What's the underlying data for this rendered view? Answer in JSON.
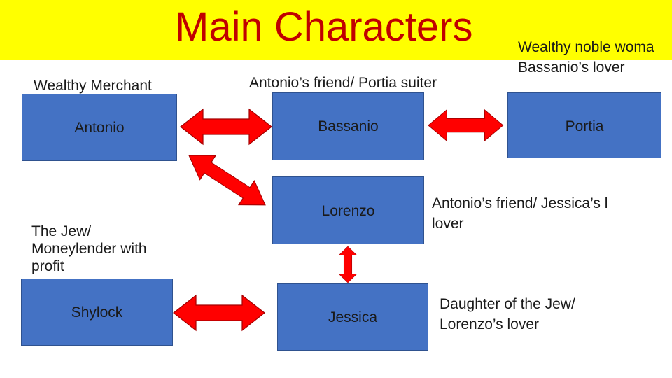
{
  "title": "Main Characters",
  "captions": {
    "antonio": "Wealthy Merchant",
    "bassanio": "Antonio’s friend/ Portia suiter",
    "portia_line1": "Wealthy noble woma",
    "portia_line2": "Bassanio’s lover",
    "shylock": "The Jew/ Moneylender with profit",
    "lorenzo_line1": "Antonio’s friend/ Jessica’s l",
    "lorenzo_line2": "lover",
    "jessica_line1": "Daughter of the Jew/",
    "jessica_line2": "Lorenzo’s lover"
  },
  "characters": {
    "antonio": "Antonio",
    "bassanio": "Bassanio",
    "portia": "Portia",
    "lorenzo": "Lorenzo",
    "shylock": "Shylock",
    "jessica": "Jessica"
  },
  "colors": {
    "title_bar": "#ffff00",
    "title_text": "#c00000",
    "box_fill": "#4472c4",
    "arrow_fill": "#ff0000"
  }
}
